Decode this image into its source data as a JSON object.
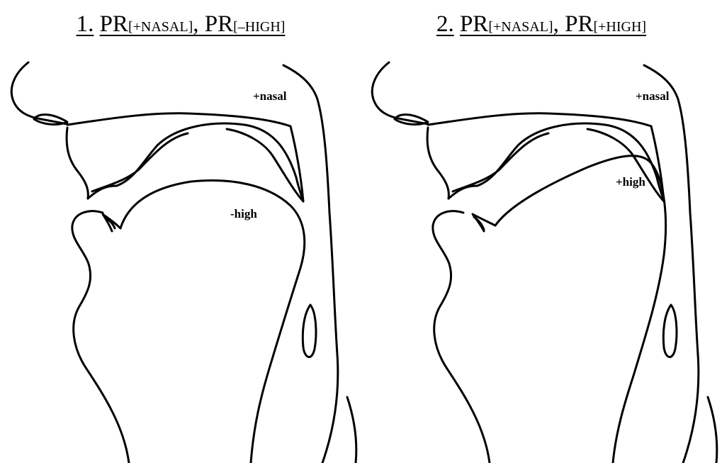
{
  "panels": [
    {
      "number": "1.",
      "title_parts": [
        {
          "text": "PR",
          "sub": "[+NASAL]"
        },
        {
          "text": ", PR",
          "sub": "[–HIGH]"
        }
      ],
      "labels": {
        "nasal": "+nasal",
        "tongue": "-high"
      }
    },
    {
      "number": "2.",
      "title_parts": [
        {
          "text": "PR",
          "sub": "[+NASAL]"
        },
        {
          "text": ", PR",
          "sub": "[+HIGH]"
        }
      ],
      "labels": {
        "nasal": "+nasal",
        "tongue": "+high"
      }
    }
  ]
}
